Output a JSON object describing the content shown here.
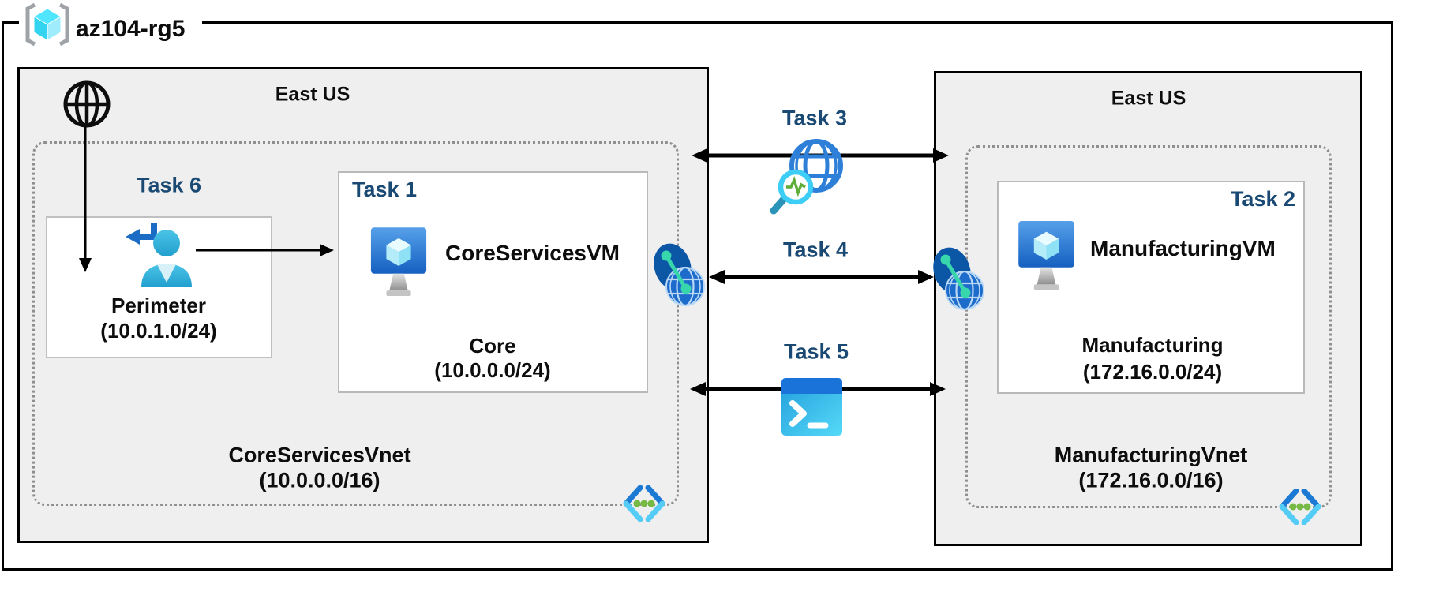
{
  "title": {
    "resource_group": "az104-rg5"
  },
  "regions": {
    "left": {
      "location": "East US",
      "vnet_name": "CoreServicesVnet",
      "vnet_cidr": "(10.0.0.0/16)",
      "perimeter": {
        "task": "Task 6",
        "name": "Perimeter",
        "cidr": "(10.0.1.0/24)"
      },
      "core": {
        "task": "Task 1",
        "vm": "CoreServicesVM",
        "name": "Core",
        "cidr": "(10.0.0.0/24)"
      }
    },
    "right": {
      "location": "East US",
      "vnet_name": "ManufacturingVnet",
      "vnet_cidr": "(172.16.0.0/16)",
      "manufacturing": {
        "task": "Task 2",
        "vm": "ManufacturingVM",
        "name": "Manufacturing",
        "cidr": "(172.16.0.0/24)"
      }
    }
  },
  "tasks": {
    "task3": "Task 3",
    "task4": "Task 4",
    "task5": "Task 5"
  },
  "icons": {
    "resource_group": "resource-group-icon",
    "internet": "internet-globe-icon",
    "signin_user": "user-signin-icon",
    "virtual_machine": "vm-icon",
    "network_watcher": "network-watcher-icon",
    "cloud_shell": "cloud-shell-icon",
    "vnet": "vnet-code-icon",
    "peering": "vnet-peering-icon"
  },
  "colors": {
    "task_label": "#1a4a73",
    "region_fill": "#efefef",
    "border": "#000000",
    "dotted_border": "#8f8f8f",
    "azure_blue": "#1b6fc0",
    "cyan": "#3ecdf4",
    "teal": "#38d6ad",
    "green": "#76b943"
  }
}
